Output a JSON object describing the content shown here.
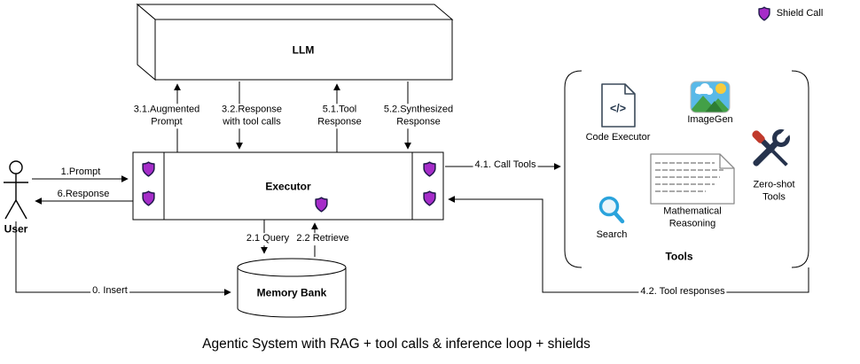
{
  "title": "Agentic System with RAG + tool calls & inference loop + shields",
  "legend": {
    "shield_call": "Shield Call"
  },
  "nodes": {
    "llm": "LLM",
    "executor": "Executor",
    "user": "User",
    "memory_bank": "Memory Bank"
  },
  "tools_group": {
    "group_label": "Tools",
    "code_executor": "Code Executor",
    "code_glyph": "</>",
    "imagegen": "ImageGen",
    "search": "Search",
    "math_reasoning": "Mathematical\nReasoning",
    "zero_shot": "Zero-shot\nTools"
  },
  "edges": {
    "insert": "0. Insert",
    "prompt": "1.Prompt",
    "query": "2.1 Query",
    "retrieve": "2.2 Retrieve",
    "augmented_prompt": "3.1.Augmented\nPrompt",
    "response_with_tool_calls": "3.2.Response\nwith tool calls",
    "call_tools": "4.1. Call Tools",
    "tool_responses": "4.2. Tool responses",
    "tool_response": "5.1.Tool\nResponse",
    "synthesized_response": "5.2.Synthesized\nResponse",
    "response": "6.Response"
  },
  "colors": {
    "shield_fill": "#A62CC9",
    "shield_stroke": "#201A4B",
    "accent_blue": "#2AA3DC"
  }
}
